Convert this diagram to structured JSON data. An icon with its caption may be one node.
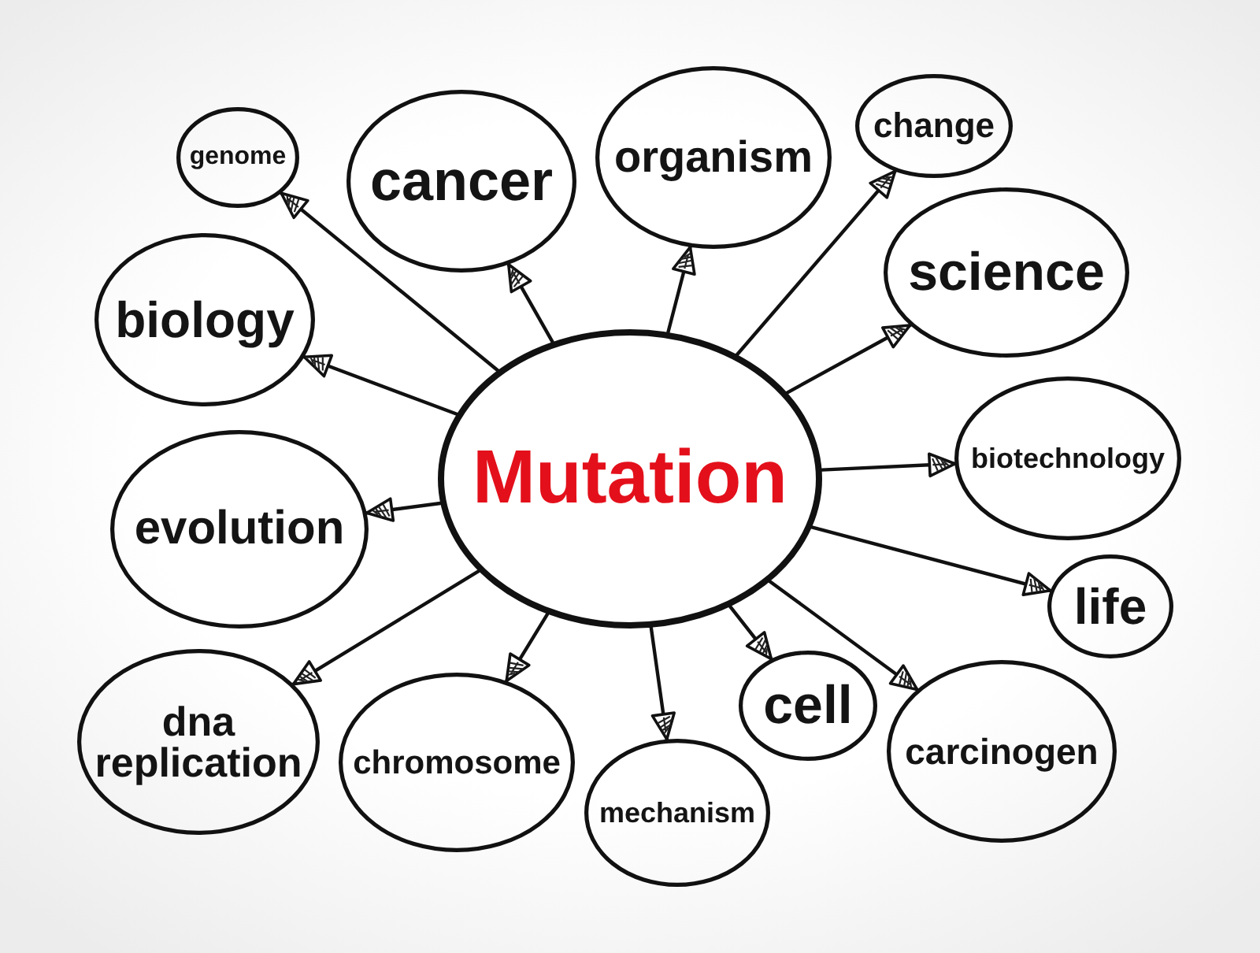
{
  "diagram": {
    "nodes": [
      {
        "text": [
          "Mutation"
        ]
      },
      {
        "text": [
          "genome"
        ]
      },
      {
        "text": [
          "cancer"
        ]
      },
      {
        "text": [
          "organism"
        ]
      },
      {
        "text": [
          "change"
        ]
      },
      {
        "text": [
          "biology"
        ]
      },
      {
        "text": [
          "science"
        ]
      },
      {
        "text": [
          "biotechnology"
        ]
      },
      {
        "text": [
          "evolution"
        ]
      },
      {
        "text": [
          "life"
        ]
      },
      {
        "text": [
          "dna replication"
        ]
      },
      {
        "text": [
          "chromosome"
        ]
      },
      {
        "text": [
          "cell"
        ]
      },
      {
        "text": [
          "carcinogen"
        ]
      },
      {
        "text": [
          "mechanism"
        ]
      }
    ],
    "edges": [
      {
        "from": 0,
        "to": 1,
        "arrow": "to"
      },
      {
        "from": 0,
        "to": 2,
        "arrow": "to"
      },
      {
        "from": 0,
        "to": 3,
        "arrow": "to"
      },
      {
        "from": 0,
        "to": 4,
        "arrow": "to"
      },
      {
        "from": 0,
        "to": 5,
        "arrow": "to"
      },
      {
        "from": 0,
        "to": 6,
        "arrow": "to"
      },
      {
        "from": 0,
        "to": 7,
        "arrow": "to"
      },
      {
        "from": 0,
        "to": 8,
        "arrow": "to"
      },
      {
        "from": 0,
        "to": 9,
        "arrow": "to"
      },
      {
        "from": 0,
        "to": 10,
        "arrow": "to"
      },
      {
        "from": 0,
        "to": 11,
        "arrow": "to"
      },
      {
        "from": 0,
        "to": 12,
        "arrow": "to"
      },
      {
        "from": 0,
        "to": 13,
        "arrow": "to"
      },
      {
        "from": 0,
        "to": 14,
        "arrow": "to"
      }
    ]
  }
}
